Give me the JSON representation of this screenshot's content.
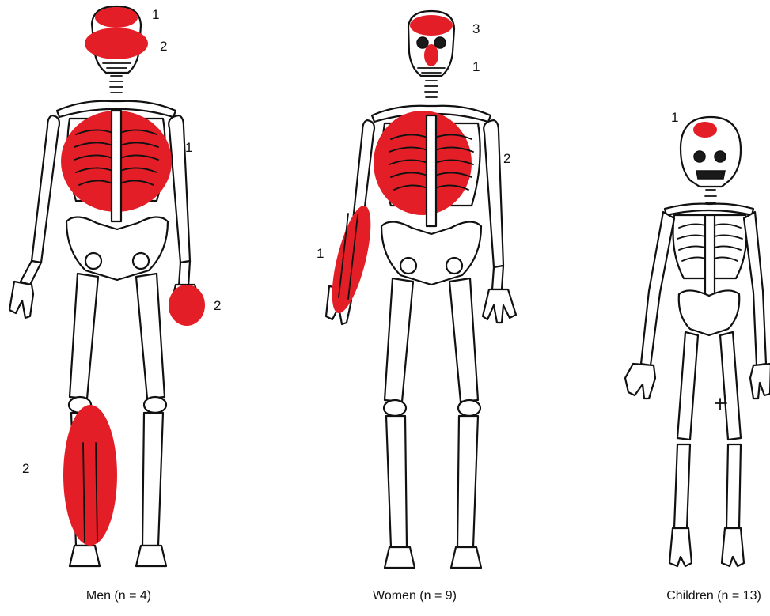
{
  "lesion_color": "#e41e26",
  "figures": [
    {
      "caption": "Men (n = 4)",
      "lesions": [
        {
          "region": "skull-top",
          "count": "1"
        },
        {
          "region": "face",
          "count": "2"
        },
        {
          "region": "rib-cage",
          "count": "1"
        },
        {
          "region": "left-hand",
          "count": "2"
        },
        {
          "region": "right-lower-leg",
          "count": "2"
        }
      ]
    },
    {
      "caption": "Women (n = 9)",
      "lesions": [
        {
          "region": "skull-top",
          "count": "3"
        },
        {
          "region": "nose",
          "count": "1"
        },
        {
          "region": "rib-cage",
          "count": "2"
        },
        {
          "region": "right-forearm",
          "count": "1"
        }
      ]
    },
    {
      "caption": "Children (n = 13)",
      "lesions": [
        {
          "region": "skull-top",
          "count": "1"
        }
      ]
    }
  ]
}
